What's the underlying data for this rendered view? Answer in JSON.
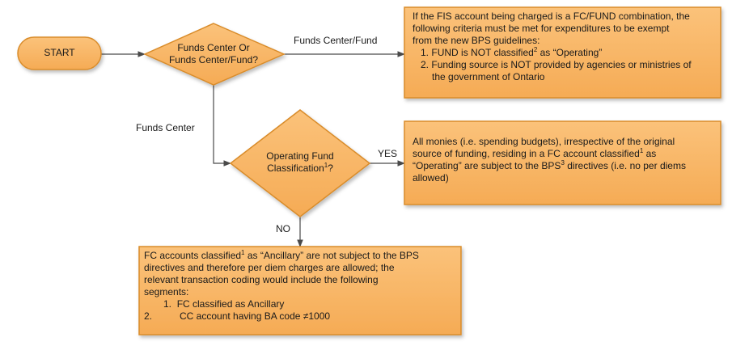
{
  "start": {
    "label": "START"
  },
  "decision1": {
    "line1": "Funds Center Or",
    "line2": "Funds Center/Fund?"
  },
  "decision2": {
    "line1": "Operating Fund",
    "line2_pre": "Classification",
    "line2_sup": "1",
    "line2_post": "?"
  },
  "edges": {
    "funds_center_fund": "Funds Center/Fund",
    "funds_center": "Funds Center",
    "yes": "YES",
    "no": "NO"
  },
  "box_fund": {
    "line1": "If the FIS account being charged is a FC/FUND combination, the",
    "line2": "following criteria must be met for expenditures to be exempt",
    "line3": "from the new BPS guidelines:",
    "item1_num": "1.",
    "item1_pre": "FUND is NOT classified",
    "item1_sup": "2",
    "item1_post": " as “Operating”",
    "item2_num": "2.",
    "item2_line1": "Funding source is NOT provided by agencies or ministries of",
    "item2_line2": "the government of Ontario"
  },
  "box_yes": {
    "line1": "All monies (i.e. spending budgets), irrespective of the original",
    "line2_pre": "source of funding, residing in a FC account classified",
    "line2_sup": "1",
    "line2_post": " as",
    "line3_pre": "“Operating” are subject to the BPS",
    "line3_sup": "3",
    "line3_post": " directives (i.e. no per diems",
    "line4": "allowed)"
  },
  "box_no": {
    "line1_pre": "FC accounts classified",
    "line1_sup": "1",
    "line1_post": " as “Ancillary” are not subject to the BPS",
    "line2": "directives and therefore per diem charges are allowed; the",
    "line3": "relevant transaction coding would include the following",
    "line4": "segments:",
    "item1_num": "1.",
    "item1": "FC classified as Ancillary",
    "item2_num": "2.",
    "item2": "CC account having BA code ≠1000"
  },
  "colors": {
    "fill": "#f9b667",
    "stroke": "#d98c2b",
    "connector": "#4a4a4a"
  }
}
